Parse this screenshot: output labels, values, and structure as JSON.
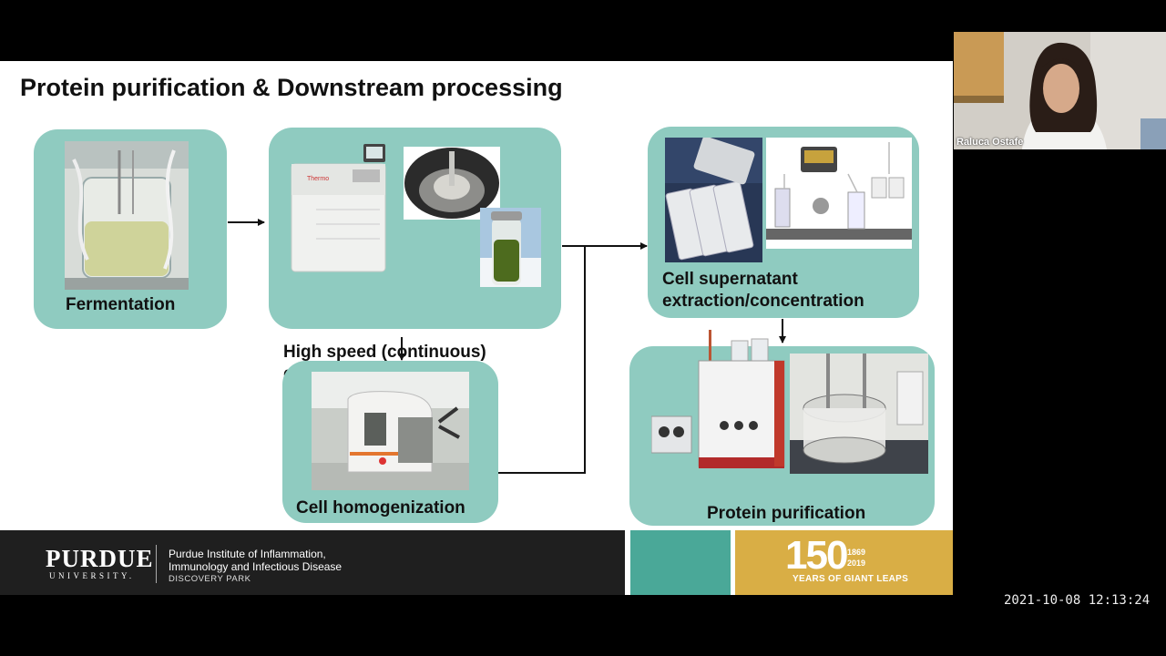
{
  "slide": {
    "title": "Protein purification & Downstream processing",
    "steps": {
      "fermentation": "Fermentation",
      "centrifugation_line1": "High speed (continuous)",
      "centrifugation_line2": "centrifugation",
      "homogenization": "Cell homogenization",
      "supernatant_line1": "Cell supernatant",
      "supernatant_line2": "extraction/concentration",
      "purification": "Protein purification"
    },
    "equipment_brand": "Thermo"
  },
  "footer": {
    "logo": "PURDUE",
    "logo_sub": "UNIVERSITY.",
    "institute_line1": "Purdue Institute of Inflammation,",
    "institute_line2": "Immunology and Infectious Disease",
    "institute_line3": "DISCOVERY PARK",
    "anniversary_number": "150",
    "anniversary_years_start": "1869",
    "anniversary_years_end": "2019",
    "anniversary_tagline": "YEARS OF GIANT LEAPS"
  },
  "webcam": {
    "participant_name": "Raluca Ostafe"
  },
  "timestamp": "2021-10-08 12:13:24",
  "colors": {
    "box_fill": "#8fcbc0",
    "footer_dark": "#1f1f1f",
    "footer_teal": "#4aa898",
    "footer_gold": "#d9ae45"
  }
}
